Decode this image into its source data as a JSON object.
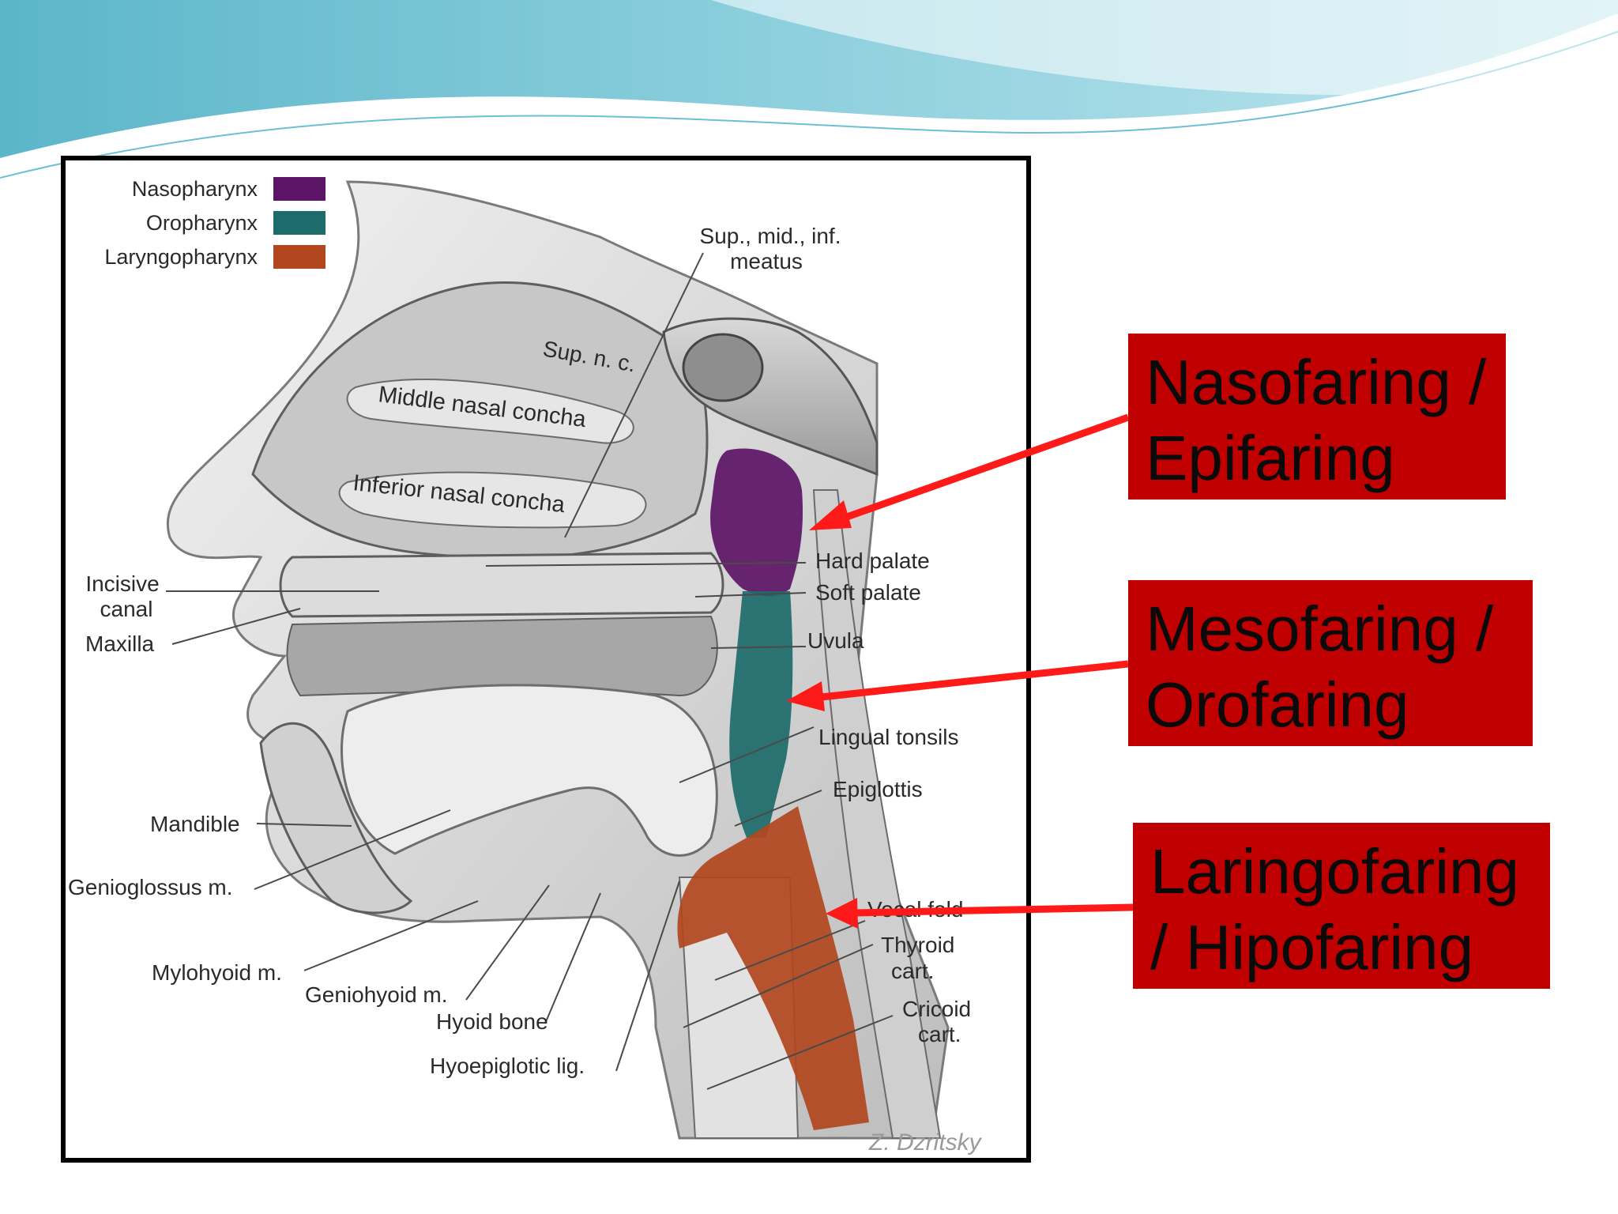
{
  "legend": {
    "items": [
      {
        "label": "Nasopharynx",
        "color": "#5c1566"
      },
      {
        "label": "Oropharynx",
        "color": "#1d6b6b"
      },
      {
        "label": "Laryngopharynx",
        "color": "#b2461f"
      }
    ]
  },
  "labels": {
    "meatus_line1": "Sup., mid., inf.",
    "meatus_line2": "meatus",
    "sup_nc": "Sup. n. c.",
    "middle_concha": "Middle nasal concha",
    "inferior_concha": "Inferior nasal concha",
    "incisive_line1": "Incisive",
    "incisive_line2": "canal",
    "maxilla": "Maxilla",
    "hard_palate": "Hard palate",
    "soft_palate": "Soft palate",
    "uvula": "Uvula",
    "lingual_tonsils": "Lingual tonsils",
    "epiglottis": "Epiglottis",
    "vocal_fold": "Vocal fold",
    "thyroid_line1": "Thyroid",
    "thyroid_line2": "cart.",
    "cricoid_line1": "Cricoid",
    "cricoid_line2": "cart.",
    "mandible": "Mandible",
    "genioglossus": "Genioglossus m.",
    "mylohyoid": "Mylohyoid m.",
    "geniohyoid": "Geniohyoid m.",
    "hyoid": "Hyoid bone",
    "hyoepiglottic": "Hyoepiglotic lig.",
    "signature": "Z. Dzritsky"
  },
  "callouts": {
    "naso": {
      "line1": "Nasofaring /",
      "line2": "Epifaring"
    },
    "meso": {
      "line1": "Mesofaring /",
      "line2": "Orofaring"
    },
    "laringo": {
      "line1": "Laringofaring",
      "line2": "/ Hipofaring"
    }
  },
  "colors": {
    "callout_bg": "#c00000",
    "arrow": "#ff1a1a",
    "header_teal": "#7cc8d8"
  }
}
